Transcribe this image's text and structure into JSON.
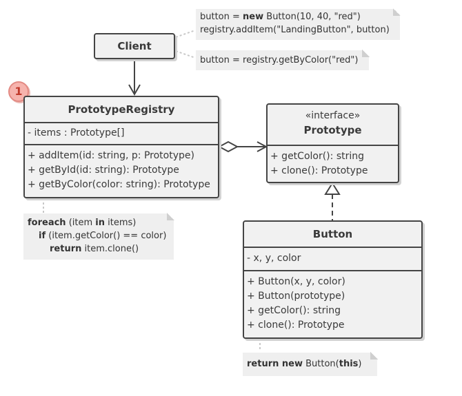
{
  "badge": {
    "number": "1"
  },
  "client": {
    "title": "Client"
  },
  "notes": {
    "client_add": {
      "l1_a": "button = ",
      "l1_kw": "new",
      "l1_b": " Button(10, 40, \"red\")",
      "l2": "registry.addItem(\"LandingButton\", button)"
    },
    "client_get": {
      "l1": "button = registry.getByColor(\"red\")"
    },
    "registry_code": {
      "l1_kw": "foreach",
      "l1_a": " (item ",
      "l1_kw2": "in",
      "l1_b": " items)",
      "l2_kw": "if",
      "l2_a": " (item.getColor() == color)",
      "l3_kw": "return",
      "l3_a": " item.clone()"
    },
    "button_code": {
      "kw1": "return new",
      "a": " Button(",
      "kw2": "this",
      "b": ")"
    }
  },
  "registry": {
    "title": "PrototypeRegistry",
    "fields": [
      "- items : Prototype[]"
    ],
    "methods": [
      "+ addItem(id: string, p: Prototype)",
      "+ getById(id: string): Prototype",
      "+ getByColor(color: string): Prototype"
    ]
  },
  "prototype": {
    "stereotype": "«interface»",
    "title": "Prototype",
    "methods": [
      "+ getColor(): string",
      "+ clone(): Prototype"
    ]
  },
  "button": {
    "title": "Button",
    "fields": [
      "- x, y, color"
    ],
    "methods": [
      "+ Button(x, y, color)",
      "+ Button(prototype)",
      "+ getColor(): string",
      "+ clone(): Prototype"
    ]
  }
}
